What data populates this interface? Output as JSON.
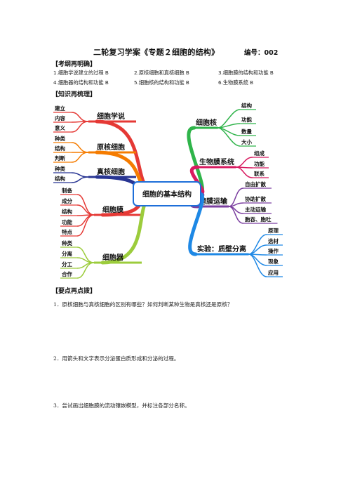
{
  "header": {
    "title": "二轮复习学案《专题２细胞的结构》",
    "code": "编号：002"
  },
  "section1": {
    "heading": "【考纲再明确】",
    "objectives": [
      "1.细胞学说建立的过程 B",
      "2.原核细胞和真核细胞 B",
      "3.细胞膜的结构和功能 B",
      "4.细胞器的结构和功能 B",
      "5.细胞核的结构和功能 B",
      "6.生物膜系统 B"
    ]
  },
  "section2": {
    "heading": "【知识再梳理】"
  },
  "mindmap": {
    "center": "细胞的基本结构",
    "left_branches": [
      {
        "label": "细胞学说",
        "color": "#e53935",
        "items": [
          "建立",
          "内容",
          "意义"
        ]
      },
      {
        "label": "原核细胞",
        "color": "#f57c00",
        "items": [
          "种类",
          "结构",
          "判断"
        ]
      },
      {
        "label": "真核细胞",
        "color": "#283593",
        "items": [
          "种类",
          "结构"
        ]
      },
      {
        "label": "细胞膜",
        "color": "#e53935",
        "items": [
          "制备",
          "成分",
          "结构",
          "功能",
          "特点"
        ]
      },
      {
        "label": "细胞器",
        "color": "#9ccc3c",
        "items": [
          "种类",
          "分离",
          "分工",
          "合作"
        ]
      }
    ],
    "right_branches": [
      {
        "label": "细胞核",
        "color": "#2fb44a",
        "items": [
          "结构",
          "功能",
          "数量",
          "大小"
        ]
      },
      {
        "label": "生物膜系统",
        "color": "#d81b60",
        "items": [
          "组成",
          "功能",
          "联系"
        ]
      },
      {
        "label": "跨膜运输",
        "color": "#7b3fa0",
        "items": [
          "自由扩散",
          "协助扩散",
          "主动运输",
          "胞吞、胞吐"
        ]
      },
      {
        "label": "实验：质壁分离",
        "color": "#1e88e5",
        "items": [
          "原理",
          "选材",
          "操作",
          "现象",
          "应用"
        ]
      }
    ]
  },
  "section3": {
    "heading": "【要点再点拨】",
    "questions": [
      "1．原核细胞与真核细胞的区别有哪些？如何判断某种生物是真核还是原核？",
      "2．用箭头和文字表示分泌蛋白质形成和分泌的过程。",
      "3．尝试画出细胞膜的流动镶嵌模型，并标注各部分名称。"
    ]
  }
}
